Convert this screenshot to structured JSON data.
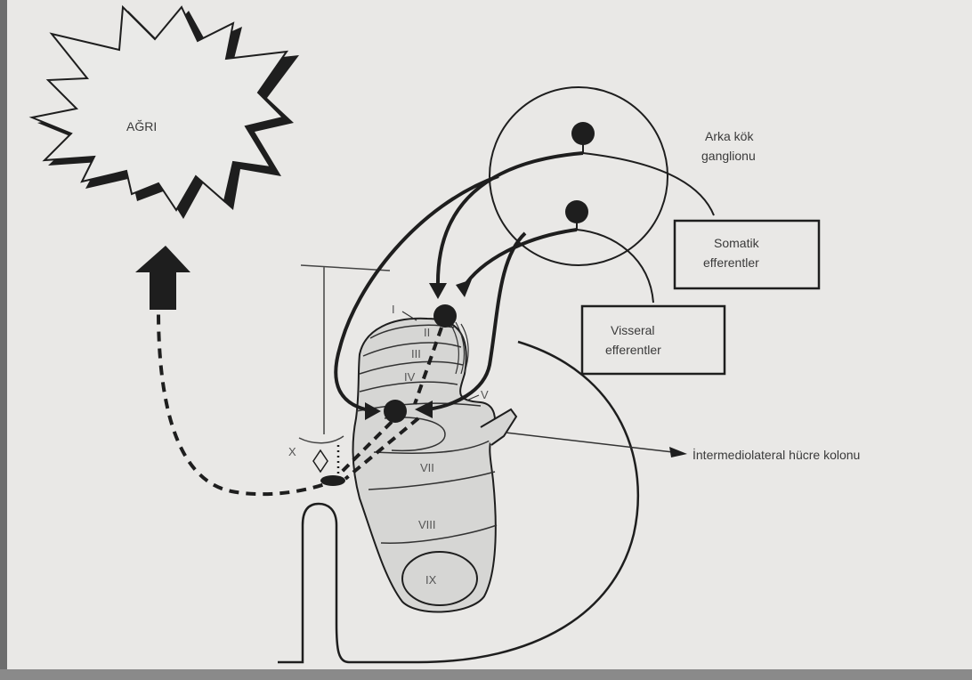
{
  "labels": {
    "pain": "AĞRI",
    "ganglion_line1": "Arka kök",
    "ganglion_line2": "ganglionu",
    "somatic_line1": "Somatik",
    "somatic_line2": "efferentler",
    "visceral_line1": "Visseral",
    "visceral_line2": "efferentler",
    "column": "İntermediolateral hücre kolonu"
  },
  "laminae": [
    "I",
    "II",
    "III",
    "IV",
    "V",
    "VII",
    "VIII",
    "IX",
    "X"
  ],
  "colors": {
    "background": "#e9e8e6",
    "ink": "#1f1f1f",
    "gray_matter": "#d6d6d4",
    "text": "#3a3a3a"
  }
}
